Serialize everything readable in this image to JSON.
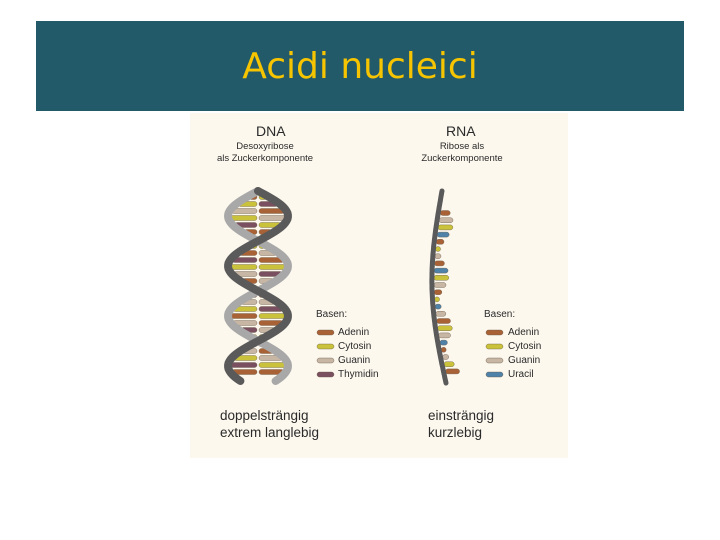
{
  "slide": {
    "title": "Acidi nucleici"
  },
  "figure": {
    "dna": {
      "heading": "DNA",
      "subtitle_line1": "Desoxyribose",
      "subtitle_line2": "als Zuckerkomponente",
      "bases_title": "Basen:",
      "bases": [
        {
          "label": "Adenin",
          "color": "#a86236"
        },
        {
          "label": "Cytosin",
          "color": "#c9c23a"
        },
        {
          "label": "Guanin",
          "color": "#c8b6a4"
        },
        {
          "label": "Thymidin",
          "color": "#7a4f60"
        }
      ],
      "caption_line1": "doppelsträngig",
      "caption_line2": "extrem langlebig"
    },
    "rna": {
      "heading": "RNA",
      "subtitle_line1": "Ribose als",
      "subtitle_line2": "Zuckerkomponente",
      "bases_title": "Basen:",
      "bases": [
        {
          "label": "Adenin",
          "color": "#a86236"
        },
        {
          "label": "Cytosin",
          "color": "#c9c23a"
        },
        {
          "label": "Guanin",
          "color": "#c8b6a4"
        },
        {
          "label": "Uracil",
          "color": "#4f82a8"
        }
      ],
      "caption_line1": "einsträngig",
      "caption_line2": "kurzlebig"
    },
    "colors": {
      "background": "#fcf8ee",
      "backbone_dark": "#5a5a5a",
      "backbone_light": "#a8a8a8"
    }
  }
}
